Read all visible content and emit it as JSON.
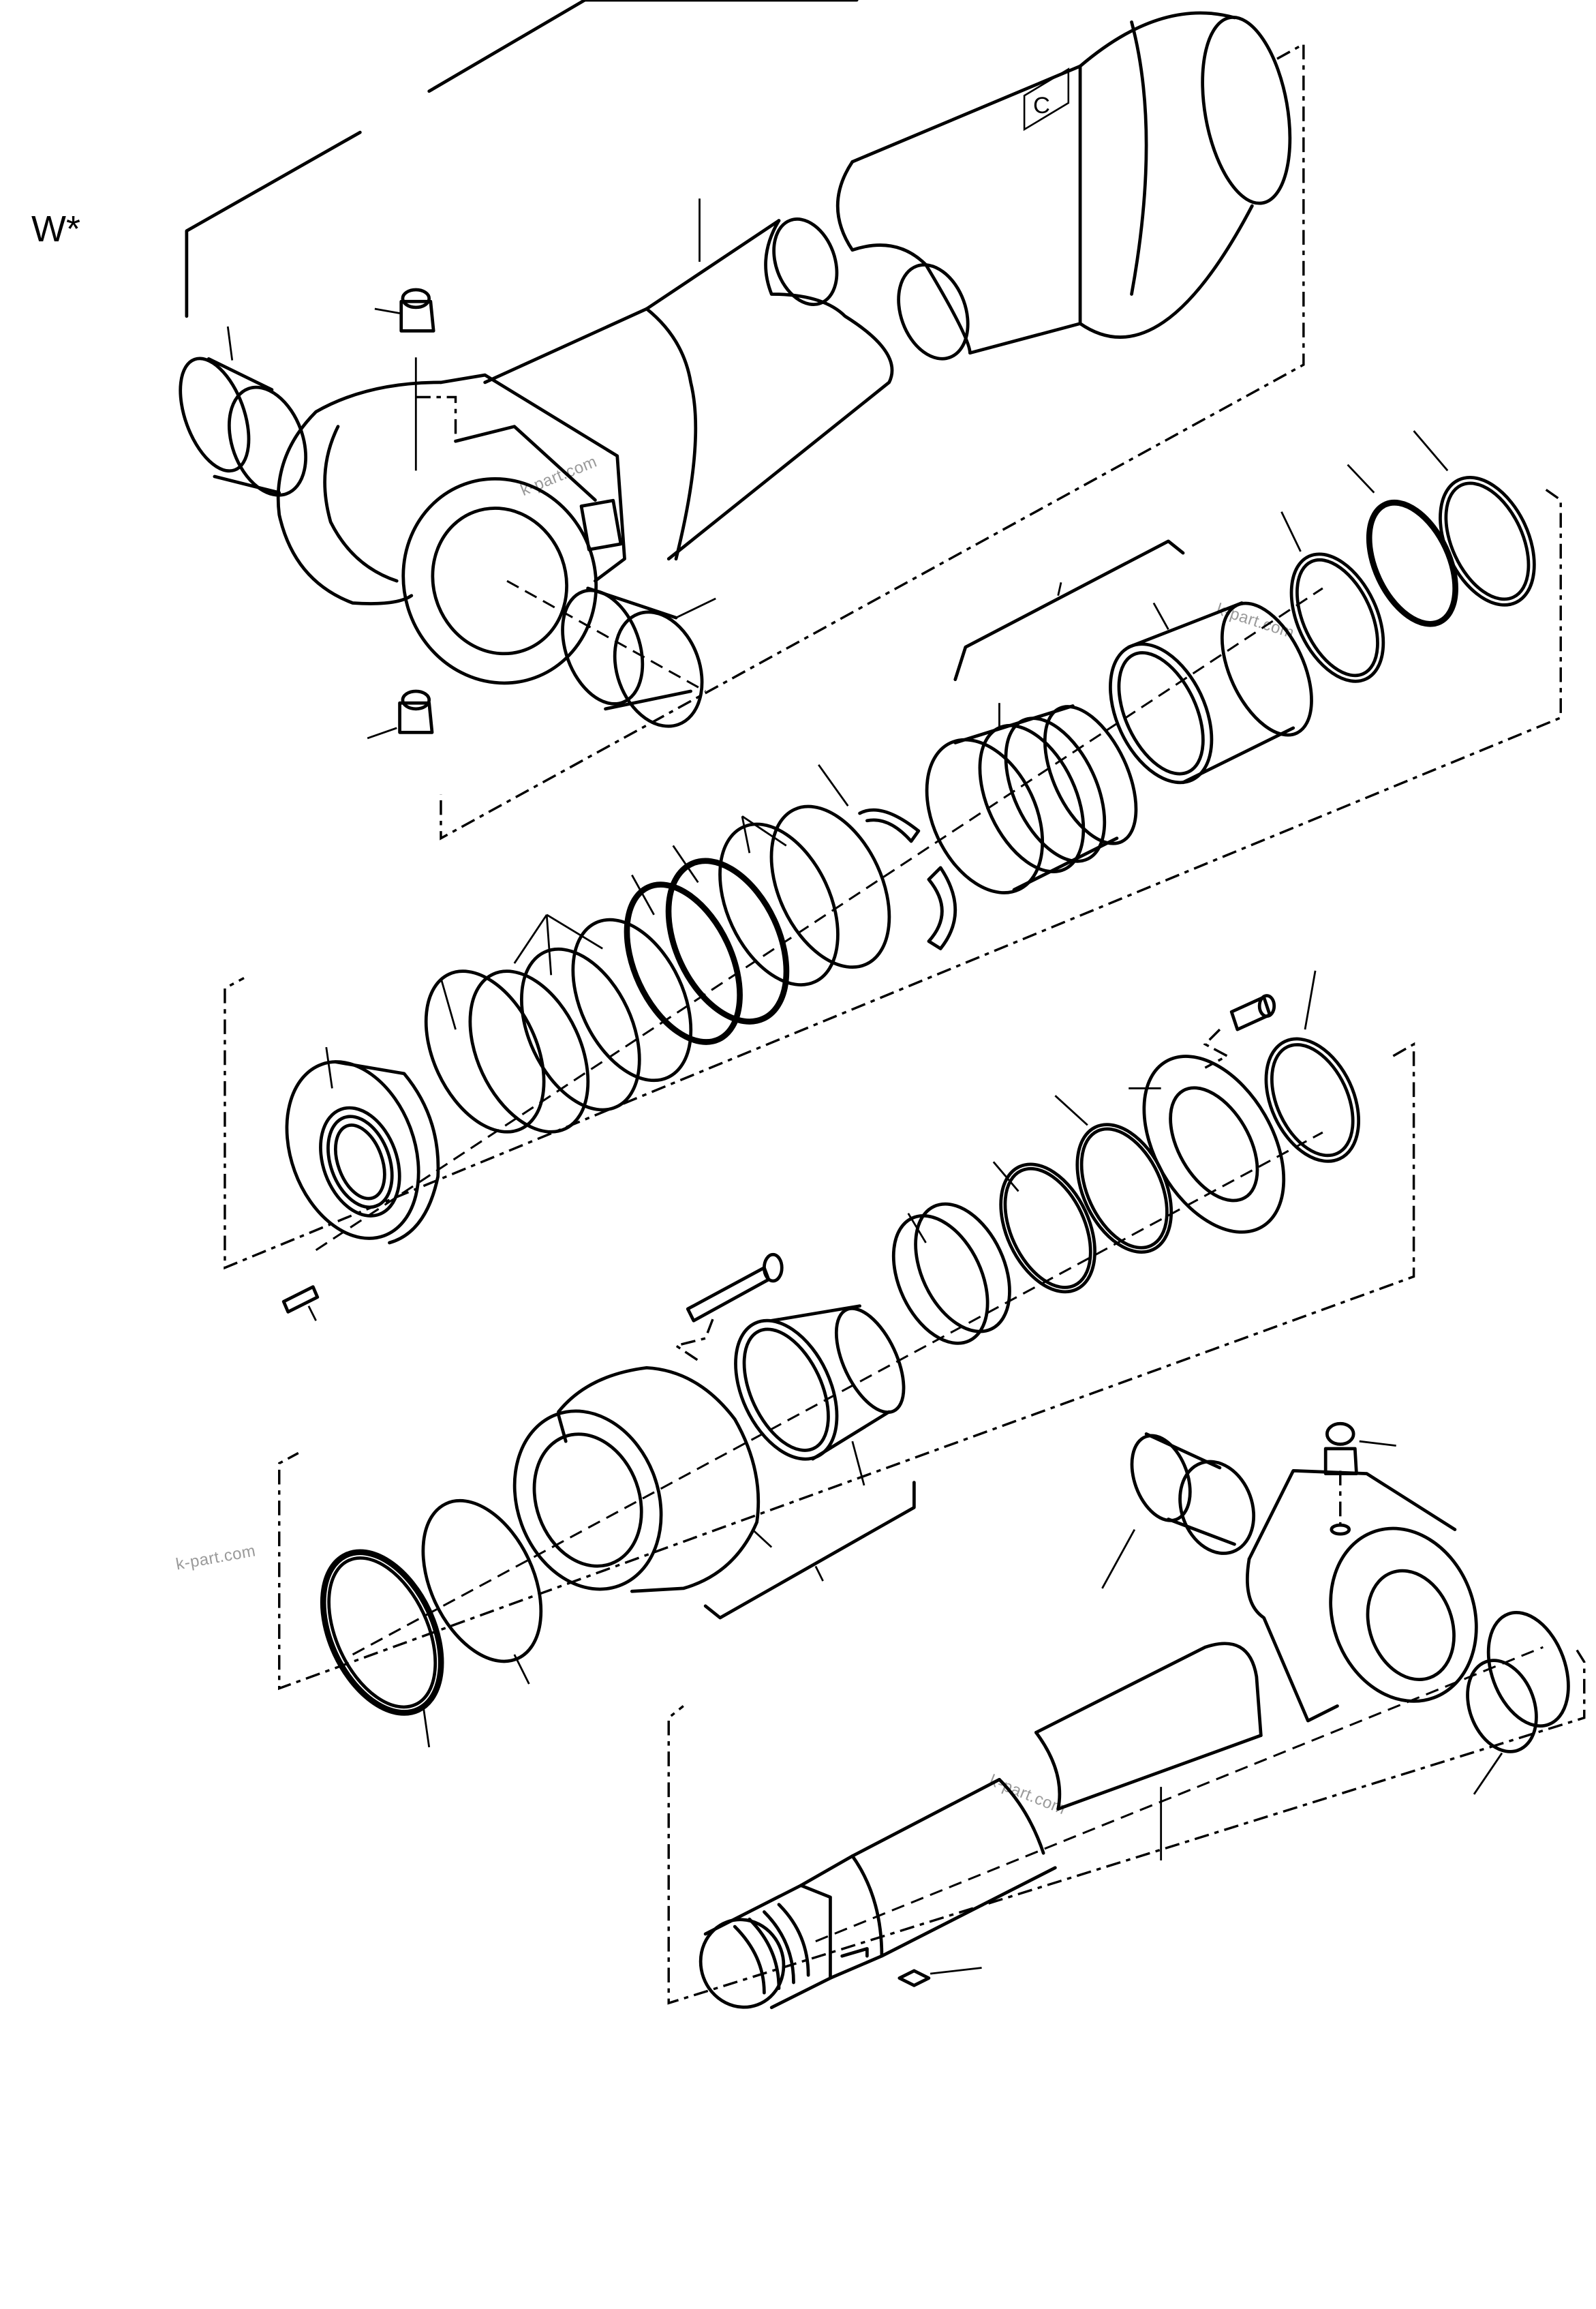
{
  "diagram": {
    "type": "exploded parts diagram",
    "subject": "hydraulic cylinder assembly",
    "variant_label": "W*",
    "line_color": "#000000",
    "background_color": "#ffffff",
    "watermark_color": "#9a9a9a",
    "watermarks": [
      {
        "text": "k-part.com",
        "location": "cylinder head bracket"
      },
      {
        "text": "k-part.com",
        "location": "gland bushing (upper right)"
      },
      {
        "text": "k-part.com",
        "location": "left margin, lower"
      },
      {
        "text": "k-part.com",
        "location": "piston rod break"
      }
    ],
    "stamp": {
      "glyph": "C",
      "location": "cylinder tube surface"
    },
    "groups": [
      {
        "name": "cylinder tube",
        "parts": [
          "cylinder tube",
          "bushing (left)",
          "bushing (right)",
          "grease fitting (top)",
          "grease fitting (bottom)"
        ]
      },
      {
        "name": "piston",
        "parts": [
          "piston nut",
          "wear ring",
          "piston rings",
          "backup ring",
          "seal ring",
          "piston",
          "set screw"
        ]
      },
      {
        "name": "gland",
        "parts": [
          "cylinder head",
          "bushing",
          "rod seal",
          "buffer ring",
          "dust seal",
          "O-ring",
          "backup ring",
          "flange",
          "bolt"
        ]
      },
      {
        "name": "piston rod",
        "parts": [
          "piston rod",
          "bushing (left)",
          "bushing (right)",
          "grease fitting",
          "key"
        ]
      }
    ]
  }
}
